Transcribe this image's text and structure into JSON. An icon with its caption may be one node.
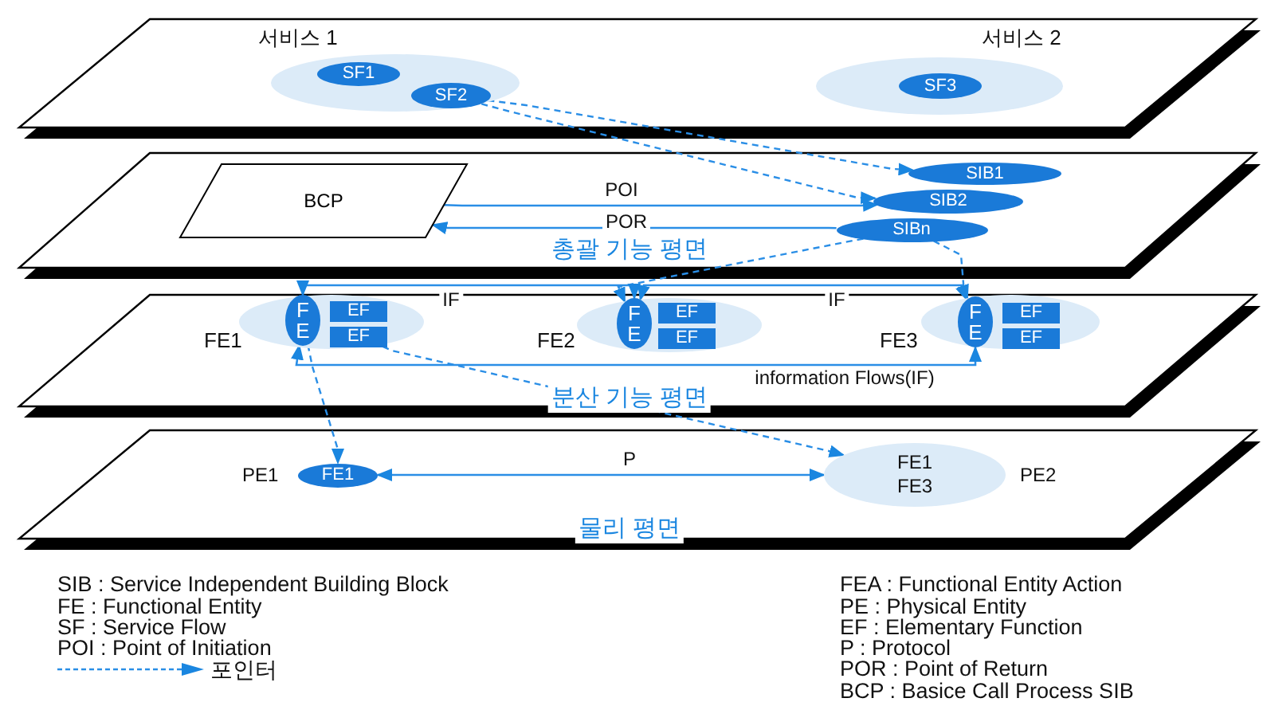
{
  "diagram": {
    "nodes": [
      {
        "text": [
          "서비스 1"
        ]
      },
      {
        "text": [
          "SF1"
        ],
        "in": 0
      },
      {
        "text": [
          "SF2"
        ],
        "in": 0
      },
      {
        "text": [
          "서비스 2"
        ]
      },
      {
        "text": [
          "SF3"
        ],
        "in": 3
      },
      {
        "text": [
          "BCP"
        ]
      },
      {
        "text": [
          "SIB1"
        ]
      },
      {
        "text": [
          "SIB2"
        ]
      },
      {
        "text": [
          "SIBn"
        ]
      },
      {
        "text": [
          "FE1"
        ]
      },
      {
        "text": [
          "F E"
        ],
        "in": 9
      },
      {
        "text": [
          "EF"
        ],
        "in": 9
      },
      {
        "text": [
          "EF"
        ],
        "in": 9
      },
      {
        "text": [
          "FE2"
        ]
      },
      {
        "text": [
          "F E"
        ],
        "in": 13
      },
      {
        "text": [
          "EF"
        ],
        "in": 13
      },
      {
        "text": [
          "EF"
        ],
        "in": 13
      },
      {
        "text": [
          "FE3"
        ]
      },
      {
        "text": [
          "F E"
        ],
        "in": 17
      },
      {
        "text": [
          "EF"
        ],
        "in": 17
      },
      {
        "text": [
          "EF"
        ],
        "in": 17
      },
      {
        "text": [
          "FE1"
        ],
        "beside": [
          "PE1"
        ]
      },
      {
        "text": [
          "FE1 FE3"
        ],
        "beside": [
          "PE2"
        ]
      }
    ],
    "edges": [
      {
        "from": 2,
        "to": 6,
        "arrow": "to",
        "style": "dashed"
      },
      {
        "from": 2,
        "to": 7,
        "arrow": "to",
        "style": "dashed"
      },
      {
        "from": 5,
        "to": 7,
        "arrow": "to",
        "label": "POI"
      },
      {
        "from": 8,
        "to": 5,
        "arrow": "to",
        "label": "POR"
      },
      {
        "from": 8,
        "to": 14,
        "arrow": "to",
        "style": "dashed"
      },
      {
        "from": 8,
        "to": 18,
        "arrow": "to",
        "style": "dashed"
      },
      {
        "from": 10,
        "to": 14,
        "arrow": "both",
        "label": "IF"
      },
      {
        "from": 14,
        "to": 18,
        "arrow": "both",
        "label": "IF"
      },
      {
        "from": 10,
        "to": 18,
        "arrow": "both",
        "label": "information Flows(IF)"
      },
      {
        "from": 10,
        "to": 21,
        "arrow": "to",
        "style": "dashed"
      },
      {
        "from": 12,
        "to": 22,
        "arrow": "to",
        "style": "dashed"
      },
      {
        "from": 21,
        "to": 22,
        "arrow": "both",
        "label": "P"
      }
    ],
    "labels": [
      "총괄 기능 평면",
      "분산 기능 평면",
      "물리 평면",
      "SIB : Service Independent Building Block",
      "FE : Functional Entity",
      "SF : Service Flow",
      "POI : Point of Initiation",
      "FEA : Functional Entity Action",
      "PE : Physical Entity",
      "EF : Elementary Function",
      "P : Protocol",
      "POR : Point of Return",
      "BCP : Basice Call Process SIB"
    ],
    "legend": [
      {
        "text": "포인터"
      }
    ]
  }
}
